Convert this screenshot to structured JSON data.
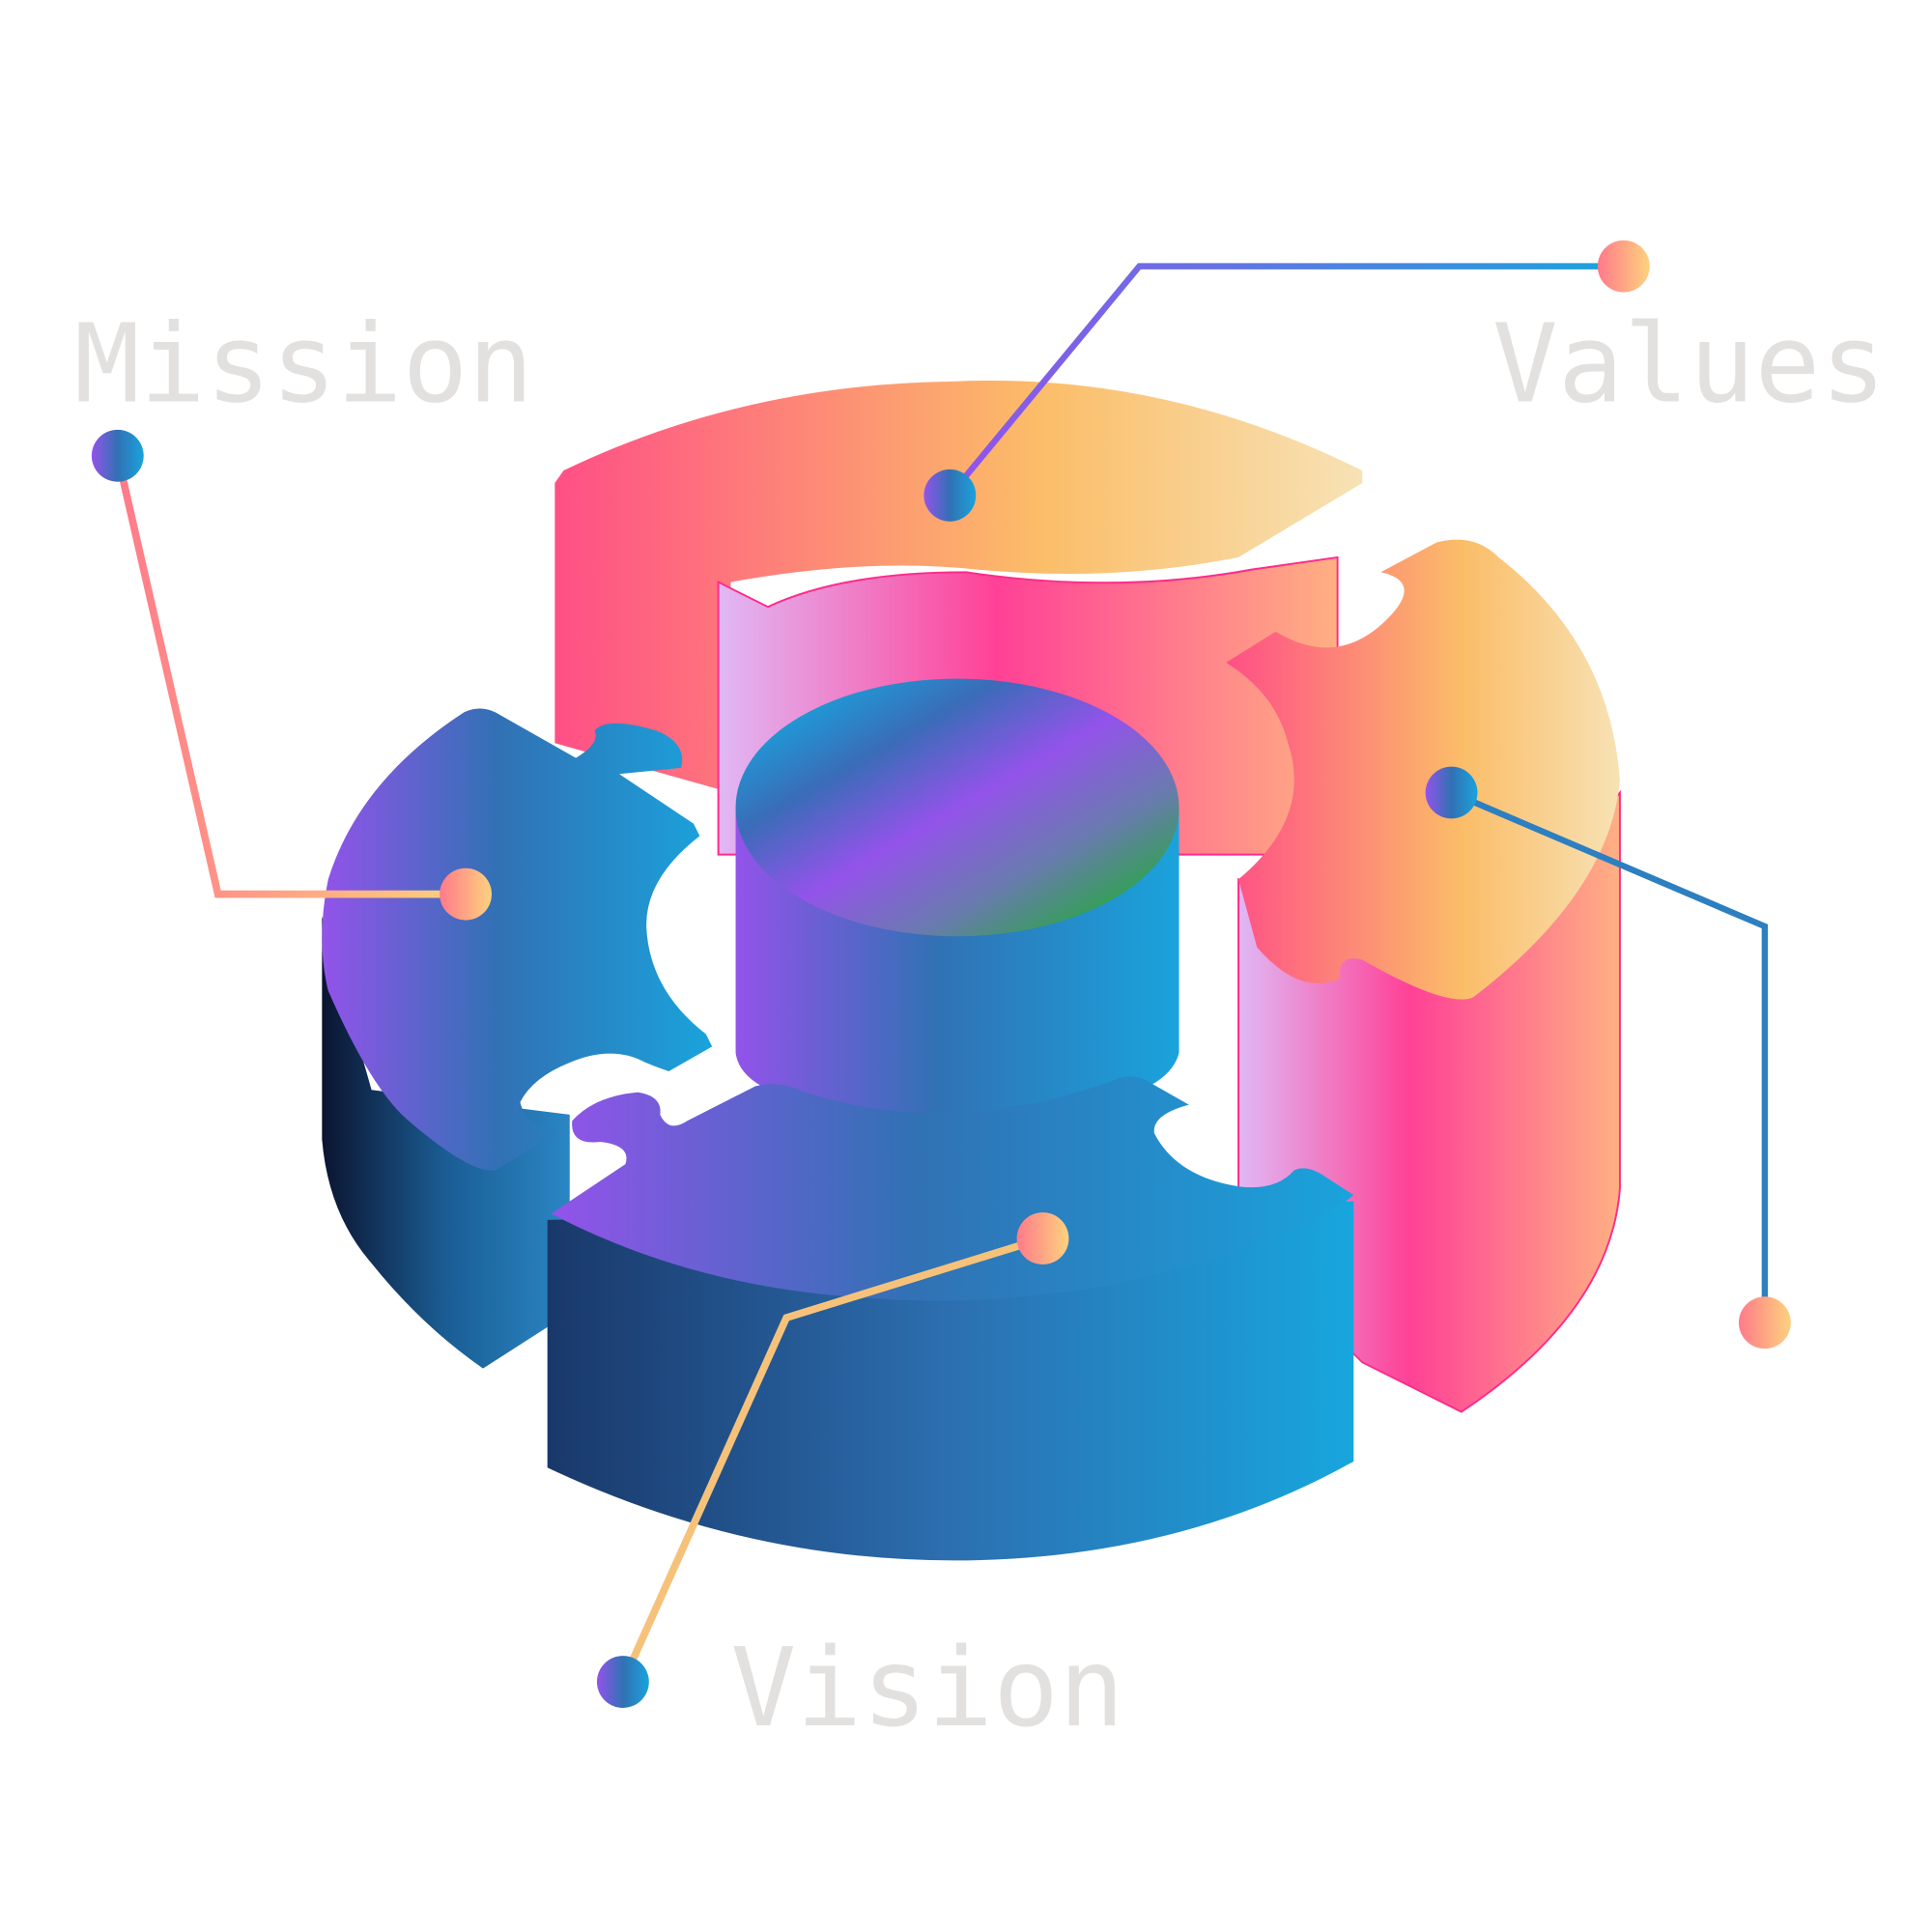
{
  "labels": {
    "mission": "Mission",
    "values": "Values",
    "vision": "Vision"
  },
  "colors": {
    "label_text": "#e2e1df",
    "blue": "#1aa3dc",
    "purple": "#9353ea",
    "pink": "#ff4196",
    "orange": "#fbbd68",
    "green": "#27a842",
    "navy": "#0b1430"
  }
}
